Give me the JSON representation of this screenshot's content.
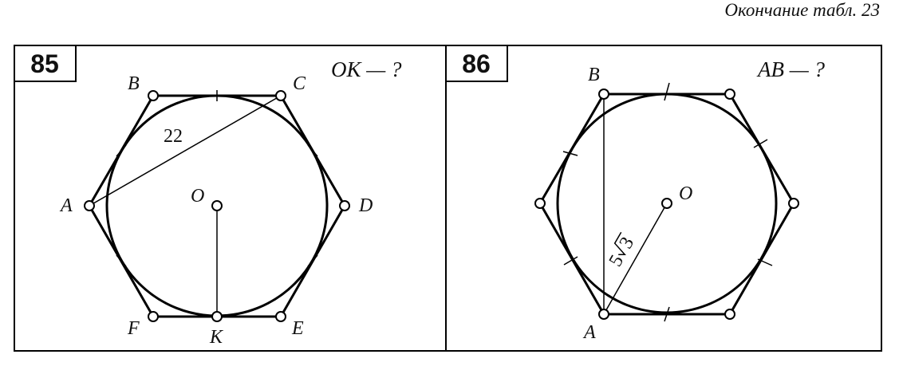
{
  "header": {
    "text": "Окончание табл. 23"
  },
  "problems": [
    {
      "number": "85",
      "question": "OK — ?",
      "vertex_labels": {
        "A": "A",
        "B": "B",
        "C": "C",
        "D": "D",
        "E": "E",
        "F": "F",
        "O": "O",
        "K": "K"
      },
      "measure": "22"
    },
    {
      "number": "86",
      "question": "AB — ?",
      "vertex_labels": {
        "A": "A",
        "B": "B",
        "O": "O"
      },
      "measure_coef": "5",
      "measure_radicand": "3"
    }
  ]
}
